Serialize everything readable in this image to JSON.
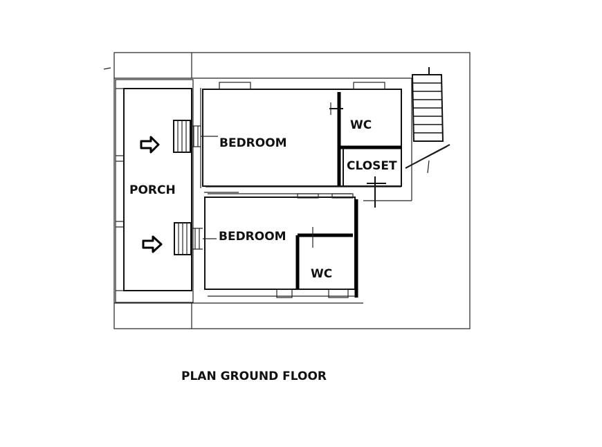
{
  "title": "PLAN GROUND FLOOR",
  "rooms": {
    "porch": "PORCH",
    "bedroom_upper": "BEDROOM",
    "bedroom_lower": "BEDROOM",
    "wc_upper": "WC",
    "wc_lower": "WC",
    "closet": "CLOSET"
  },
  "icons": {
    "entry_arrow": "right-arrow-icon",
    "stairs": "staircase-icon"
  },
  "colors": {
    "line": "#111111",
    "background": "#ffffff"
  }
}
